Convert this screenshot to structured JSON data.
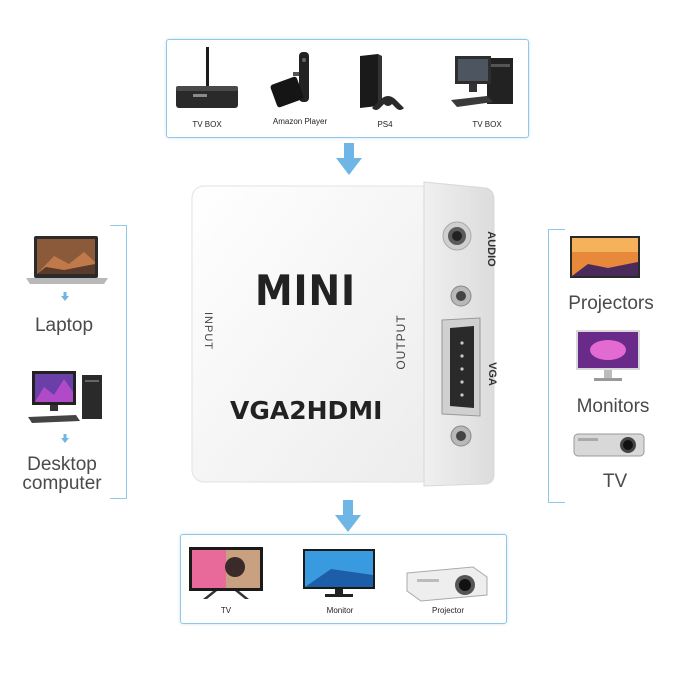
{
  "top_sources": [
    {
      "label": "TV BOX"
    },
    {
      "label": "Amazon Player"
    },
    {
      "label": "PS4"
    },
    {
      "label": "TV BOX"
    }
  ],
  "left_sources": [
    {
      "label": "Laptop"
    },
    {
      "label": "Desktop\ncomputer"
    }
  ],
  "right_outputs": [
    {
      "label": "Projectors"
    },
    {
      "label": "Monitors"
    },
    {
      "label": "TV"
    }
  ],
  "bottom_outputs": [
    {
      "label": "TV"
    },
    {
      "label": "Monitor"
    },
    {
      "label": "Projector"
    }
  ],
  "device": {
    "brand": "MINI",
    "model": "VGA2HDMI",
    "input_label": "INPUT",
    "output_label": "OUTPUT",
    "audio_label": "AUDIO",
    "vga_label": "VGA"
  },
  "colors": {
    "frame_border": "#8ec9ea",
    "arrow": "#6fb6e6",
    "device_body": "#f7f7f7"
  }
}
